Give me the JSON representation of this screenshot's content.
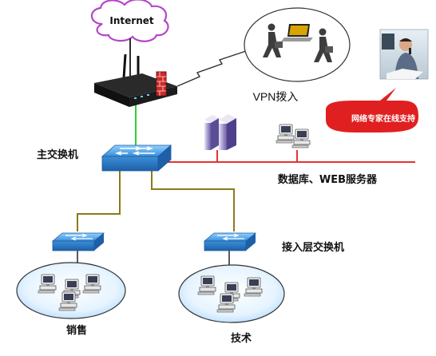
{
  "cloud": {
    "label": "Internet"
  },
  "vpn": {
    "label": "VPN拨入"
  },
  "support": {
    "bubble_text": "网络专家在线支持"
  },
  "core_switch": {
    "label": "主交换机"
  },
  "servers": {
    "label": "数据库、WEB服务器"
  },
  "access_switch": {
    "label": "接入层交换机"
  },
  "groups": [
    {
      "label": "销售"
    },
    {
      "label": "技术"
    }
  ],
  "colors": {
    "wan_link": "#2f2f2f",
    "uplink": "#33cc33",
    "server_link": "#e53333",
    "access_link": "#8a7a1a",
    "cloud_stroke": "#b247c8",
    "switch_fill": "#3a8fd8",
    "bubble_fill": "#e02020"
  }
}
